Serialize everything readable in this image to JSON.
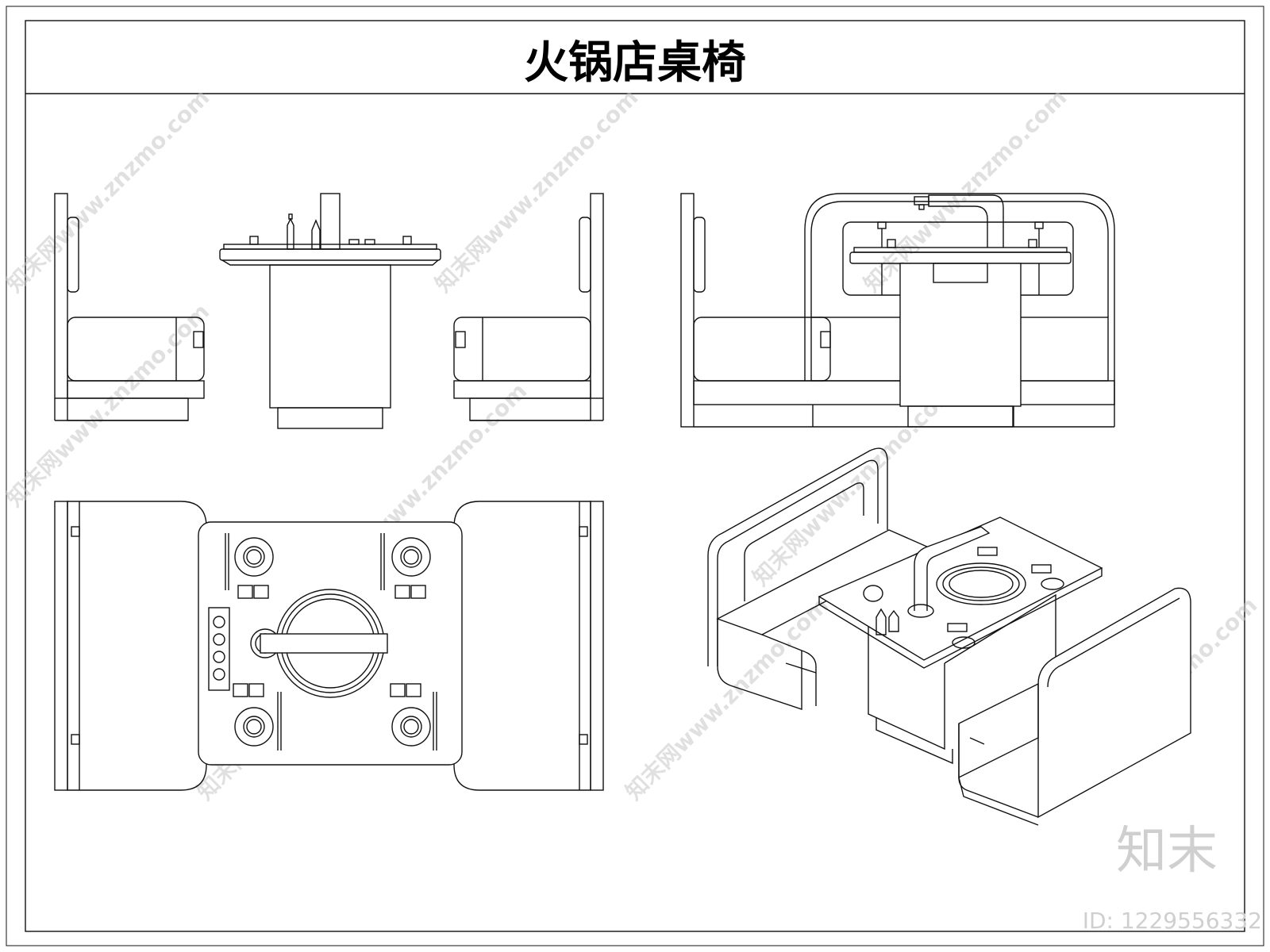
{
  "title": "火锅店桌椅",
  "watermark": {
    "text": "知末网www.znzmo.com",
    "brand": "知末",
    "id_label": "ID: 1229556332",
    "color": "#c8c8c8"
  },
  "colors": {
    "line": "#111111",
    "background": "#ffffff"
  },
  "views": [
    "side-elevation",
    "front-elevation",
    "plan-view",
    "isometric-view"
  ]
}
